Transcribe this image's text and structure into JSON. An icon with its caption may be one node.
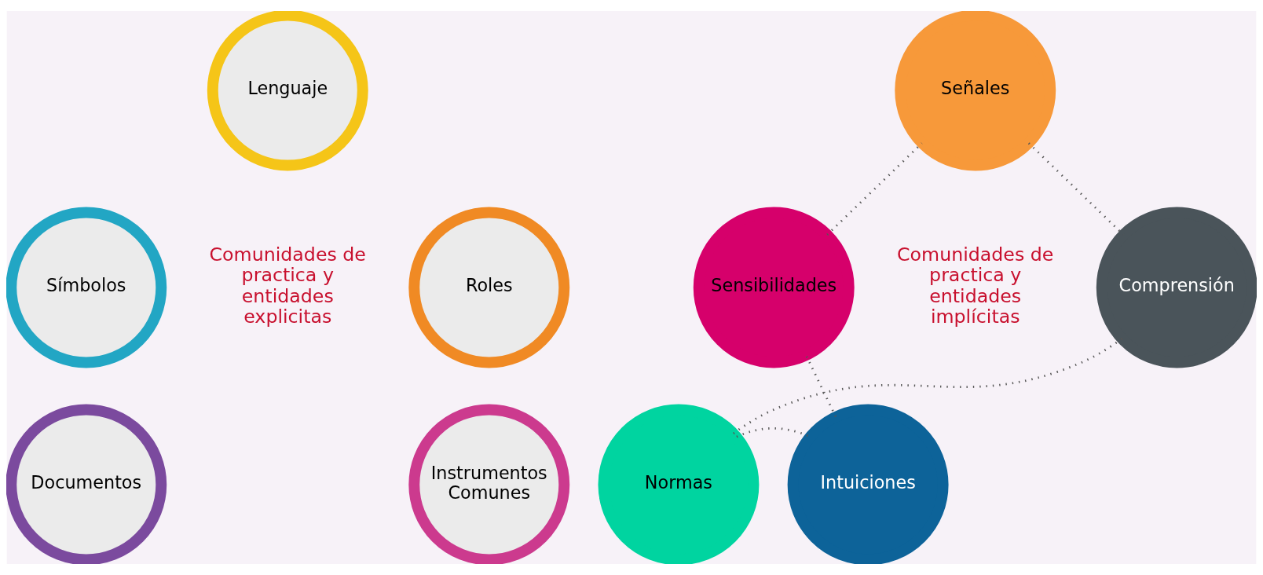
{
  "diagram": {
    "nodes": [
      {
        "text": [
          "Lenguaje"
        ]
      },
      {
        "text": [
          "Símbolos"
        ]
      },
      {
        "text": [
          "Roles"
        ]
      },
      {
        "text": [
          "Documentos"
        ]
      },
      {
        "text": [
          "Instrumentos Comunes"
        ]
      },
      {
        "text": [
          "Señales"
        ]
      },
      {
        "text": [
          "Sensibilidades"
        ]
      },
      {
        "text": [
          "Comprensión"
        ]
      },
      {
        "text": [
          "Intuiciones"
        ]
      },
      {
        "text": [
          "Normas"
        ]
      }
    ],
    "edges": [
      {
        "from": 5,
        "to": 7,
        "arrow": "none",
        "style": "dashed"
      },
      {
        "from": 7,
        "to": 9,
        "arrow": "none",
        "style": "dashed"
      },
      {
        "from": 9,
        "to": 8,
        "arrow": "none",
        "style": "dashed"
      },
      {
        "from": 8,
        "to": 6,
        "arrow": "none",
        "style": "dashed"
      },
      {
        "from": 6,
        "to": 5,
        "arrow": "none",
        "style": "dashed"
      }
    ],
    "labels": [
      "Comunidades de practica y entidades explicitas",
      "Comunidades de practica y entidades implícitas"
    ]
  }
}
